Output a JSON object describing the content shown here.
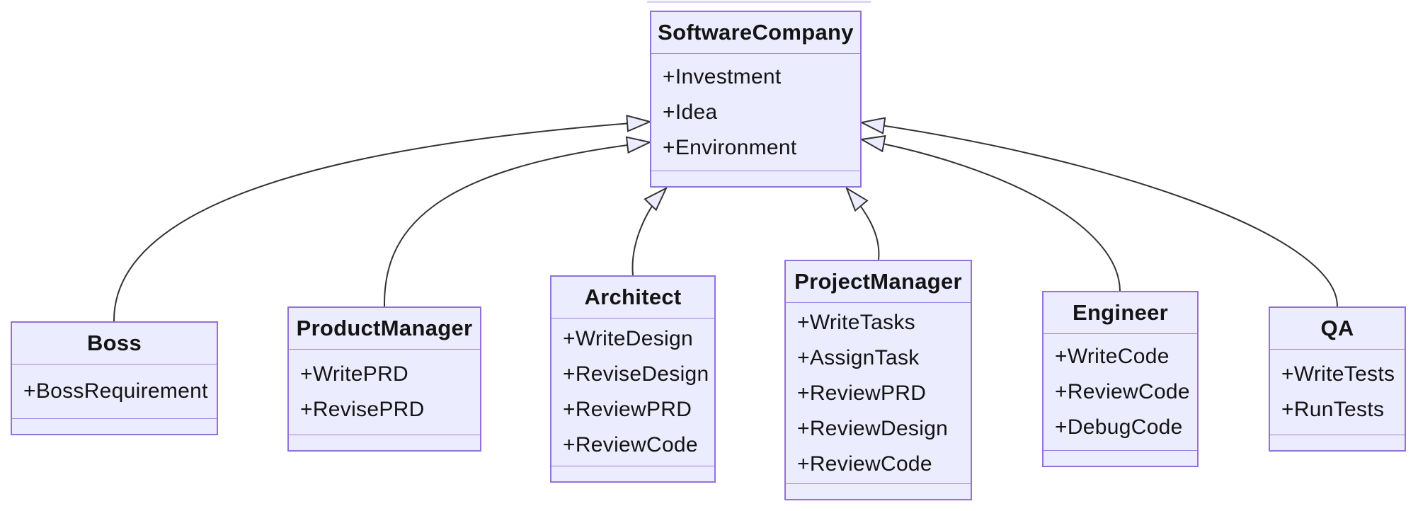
{
  "diagram_type": "uml-class-diagram",
  "classes": [
    {
      "name": "SoftwareCompany",
      "attributes": [
        "+Investment",
        "+Idea",
        "+Environment"
      ],
      "methods": []
    },
    {
      "name": "Boss",
      "attributes": [
        "+BossRequirement"
      ],
      "methods": []
    },
    {
      "name": "ProductManager",
      "attributes": [
        "+WritePRD",
        "+RevisePRD"
      ],
      "methods": []
    },
    {
      "name": "Architect",
      "attributes": [
        "+WriteDesign",
        "+ReviseDesign",
        "+ReviewPRD",
        "+ReviewCode"
      ],
      "methods": []
    },
    {
      "name": "ProjectManager",
      "attributes": [
        "+WriteTasks",
        "+AssignTask",
        "+ReviewPRD",
        "+ReviewDesign",
        "+ReviewCode"
      ],
      "methods": []
    },
    {
      "name": "Engineer",
      "attributes": [
        "+WriteCode",
        "+ReviewCode",
        "+DebugCode"
      ],
      "methods": []
    },
    {
      "name": "QA",
      "attributes": [
        "+WriteTests",
        "+RunTests"
      ],
      "methods": []
    }
  ],
  "relations": [
    {
      "from": "Boss",
      "to": "SoftwareCompany",
      "type": "inheritance"
    },
    {
      "from": "ProductManager",
      "to": "SoftwareCompany",
      "type": "inheritance"
    },
    {
      "from": "Architect",
      "to": "SoftwareCompany",
      "type": "inheritance"
    },
    {
      "from": "ProjectManager",
      "to": "SoftwareCompany",
      "type": "inheritance"
    },
    {
      "from": "Engineer",
      "to": "SoftwareCompany",
      "type": "inheritance"
    },
    {
      "from": "QA",
      "to": "SoftwareCompany",
      "type": "inheritance"
    }
  ],
  "colors": {
    "node_fill": "#ECECFF",
    "node_border": "#9370DB",
    "edge_line": "#333333",
    "arrowhead_fill": "#ECECFF",
    "text": "#141414",
    "background": "#FFFFFF"
  }
}
